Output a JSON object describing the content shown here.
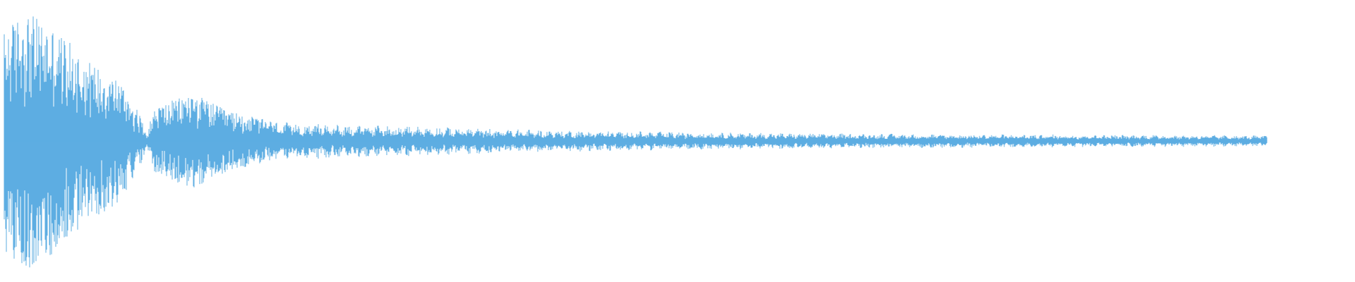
{
  "waveform": {
    "color": "#5DADE2",
    "background": "#FFFFFF",
    "envelope": [
      {
        "t": 0.0,
        "amp": 0.8
      },
      {
        "t": 0.015,
        "amp": 0.95
      },
      {
        "t": 0.04,
        "amp": 0.8
      },
      {
        "t": 0.06,
        "amp": 0.6
      },
      {
        "t": 0.085,
        "amp": 0.45
      },
      {
        "t": 0.1,
        "amp": 0.2
      },
      {
        "t": 0.105,
        "amp": 0.06
      },
      {
        "t": 0.112,
        "amp": 0.25
      },
      {
        "t": 0.14,
        "amp": 0.35
      },
      {
        "t": 0.165,
        "amp": 0.22
      },
      {
        "t": 0.2,
        "amp": 0.14
      },
      {
        "t": 0.3,
        "amp": 0.11
      },
      {
        "t": 0.4,
        "amp": 0.08
      },
      {
        "t": 0.55,
        "amp": 0.06
      },
      {
        "t": 0.7,
        "amp": 0.05
      },
      {
        "t": 0.85,
        "amp": 0.045
      },
      {
        "t": 0.935,
        "amp": 0.04
      },
      {
        "t": 0.937,
        "amp": 0.0
      }
    ]
  }
}
